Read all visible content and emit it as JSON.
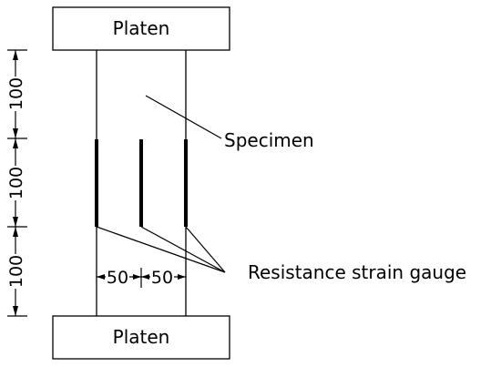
{
  "platen_top": {
    "label": "Platen"
  },
  "platen_bottom": {
    "label": "Platen"
  },
  "specimen": {
    "label": "Specimen"
  },
  "gauge": {
    "label": "Resistance strain gauge"
  },
  "dimensions": {
    "vertical": [
      "100",
      "100",
      "100"
    ],
    "horizontal": [
      "50",
      "50"
    ]
  },
  "colors": {
    "line": "#000000",
    "background": "#ffffff"
  }
}
